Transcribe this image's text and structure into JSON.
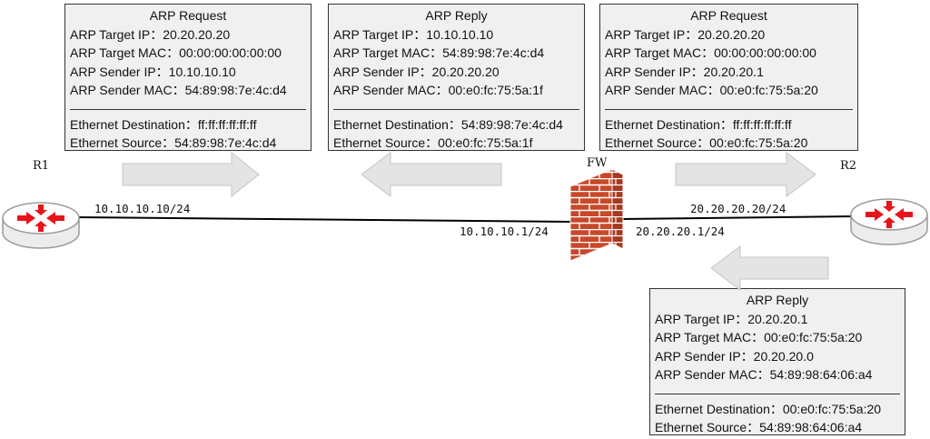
{
  "boxes": [
    {
      "title": "ARP Request",
      "arp": [
        "ARP Target IP：20.20.20.20",
        "ARP Target MAC：00:00:00:00:00:00",
        "ARP Sender IP：10.10.10.10",
        "ARP Sender MAC：54:89:98:7e:4c:d4"
      ],
      "eth": [
        "Ethernet Destination：ff:ff:ff:ff:ff:ff",
        "Ethernet Source：54:89:98:7e:4c:d4"
      ]
    },
    {
      "title": "ARP Reply",
      "arp": [
        "ARP Target IP：10.10.10.10",
        "ARP Target MAC：54:89:98:7e:4c:d4",
        "ARP Sender IP：20.20.20.20",
        "ARP Sender MAC：00:e0:fc:75:5a:1f"
      ],
      "eth": [
        "Ethernet Destination：54:89:98:7e:4c:d4",
        "Ethernet Source：00:e0:fc:75:5a:1f"
      ]
    },
    {
      "title": "ARP Request",
      "arp": [
        "ARP Target IP：20.20.20.20",
        "ARP Target MAC：00:00:00:00:00:00",
        "ARP Sender IP：20.20.20.1",
        "ARP Sender MAC：00:e0:fc:75:5a:20"
      ],
      "eth": [
        "Ethernet Destination：ff:ff:ff:ff:ff:ff",
        "Ethernet Source：00:e0:fc:75:5a:20"
      ]
    },
    {
      "title": "ARP Reply",
      "arp": [
        "ARP Target IP：20.20.20.1",
        "ARP Target MAC：00:e0:fc:75:5a:20",
        "ARP Sender IP：20.20.20.0",
        "ARP Sender MAC：54:89:98:64:06:a4"
      ],
      "eth": [
        "Ethernet Destination：00:e0:fc:75:5a:20",
        "Ethernet Source：54:89:98:64:06:a4"
      ]
    }
  ],
  "devices": {
    "r1": "R1",
    "r2": "R2",
    "fw": "FW"
  },
  "ips": {
    "r1": "10.10.10.10/24",
    "fw_left": "10.10.10.1/24",
    "fw_right": "20.20.20.1/24",
    "r2": "20.20.20.20/24"
  },
  "colors": {
    "router_arrows": "#e8141a",
    "brick": "#c8482a",
    "flow_arrow": "#e4e4e4"
  },
  "icons": {
    "router": "router-icon",
    "firewall": "firewall-icon",
    "flow_arrow": "arrow-icon"
  }
}
